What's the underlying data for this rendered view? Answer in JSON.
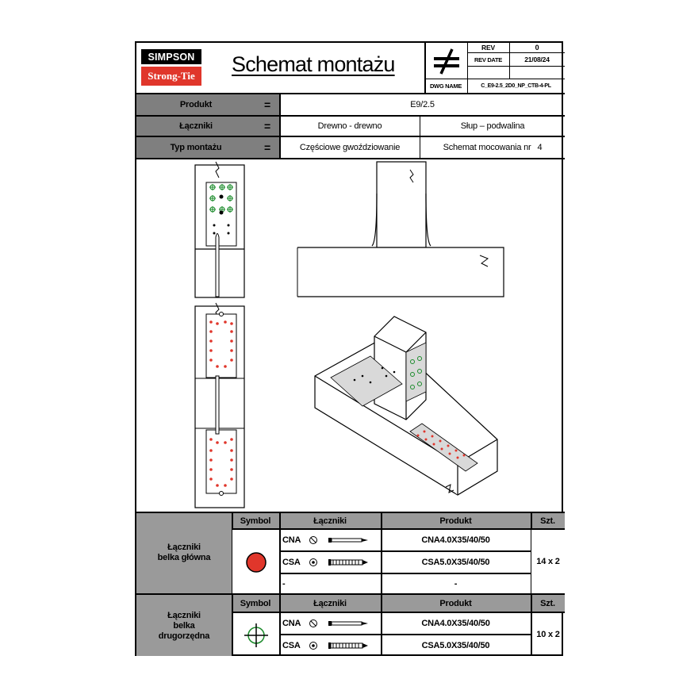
{
  "brand": {
    "top": "SIMPSON",
    "bottom": "Strong-Tie"
  },
  "title": "Schemat montażu",
  "title_block": {
    "rev_label": "REV",
    "rev_value": "0",
    "rev_date_label": "REV DATE",
    "rev_date_value": "21/08/24",
    "dwg_name_label": "DWG NAME",
    "dwg_name_value": "C_E9-2.5_2D0_NP_CTB-4-PL",
    "standard_icon": "not-equal-symbol-icon"
  },
  "info": {
    "eq": "=",
    "rows": [
      {
        "label": "Produkt",
        "value": "E9/2.5"
      },
      {
        "label": "Łączniki",
        "value_left": "Drewno - drewno",
        "value_right": "Słup – podwalina"
      },
      {
        "label": "Typ montażu",
        "value_left": "Częściowe gwoździowanie",
        "value_right": "Schemat mocowania nr",
        "value_number": "4"
      }
    ]
  },
  "tables": [
    {
      "group_label": "Łączniki\nbelka główna",
      "headers": {
        "symbol": "Symbol",
        "fasteners": "Łączniki",
        "product": "Produkt",
        "qty": "Szt."
      },
      "symbol_icon": "red-filled-circle-icon",
      "rows": [
        {
          "type": "CNA",
          "product": "CNA4.0X35/40/50"
        },
        {
          "type": "CSA",
          "product": "CSA5.0X35/40/50"
        },
        {
          "type": "-",
          "product": "-"
        }
      ],
      "qty": "14 x 2"
    },
    {
      "group_label": "Łączniki\nbelka\ndrugorzędna",
      "headers": {
        "symbol": "Symbol",
        "fasteners": "Łączniki",
        "product": "Produkt",
        "qty": "Szt."
      },
      "symbol_icon": "green-crosshair-circle-icon",
      "rows": [
        {
          "type": "CNA",
          "product": "CNA4.0X35/40/50"
        },
        {
          "type": "CSA",
          "product": "CSA5.0X35/40/50"
        }
      ],
      "qty": "10 x 2"
    }
  ],
  "colors": {
    "red": "#e0362b",
    "green": "#1a8a2a",
    "gray": "#7f7f7f"
  }
}
